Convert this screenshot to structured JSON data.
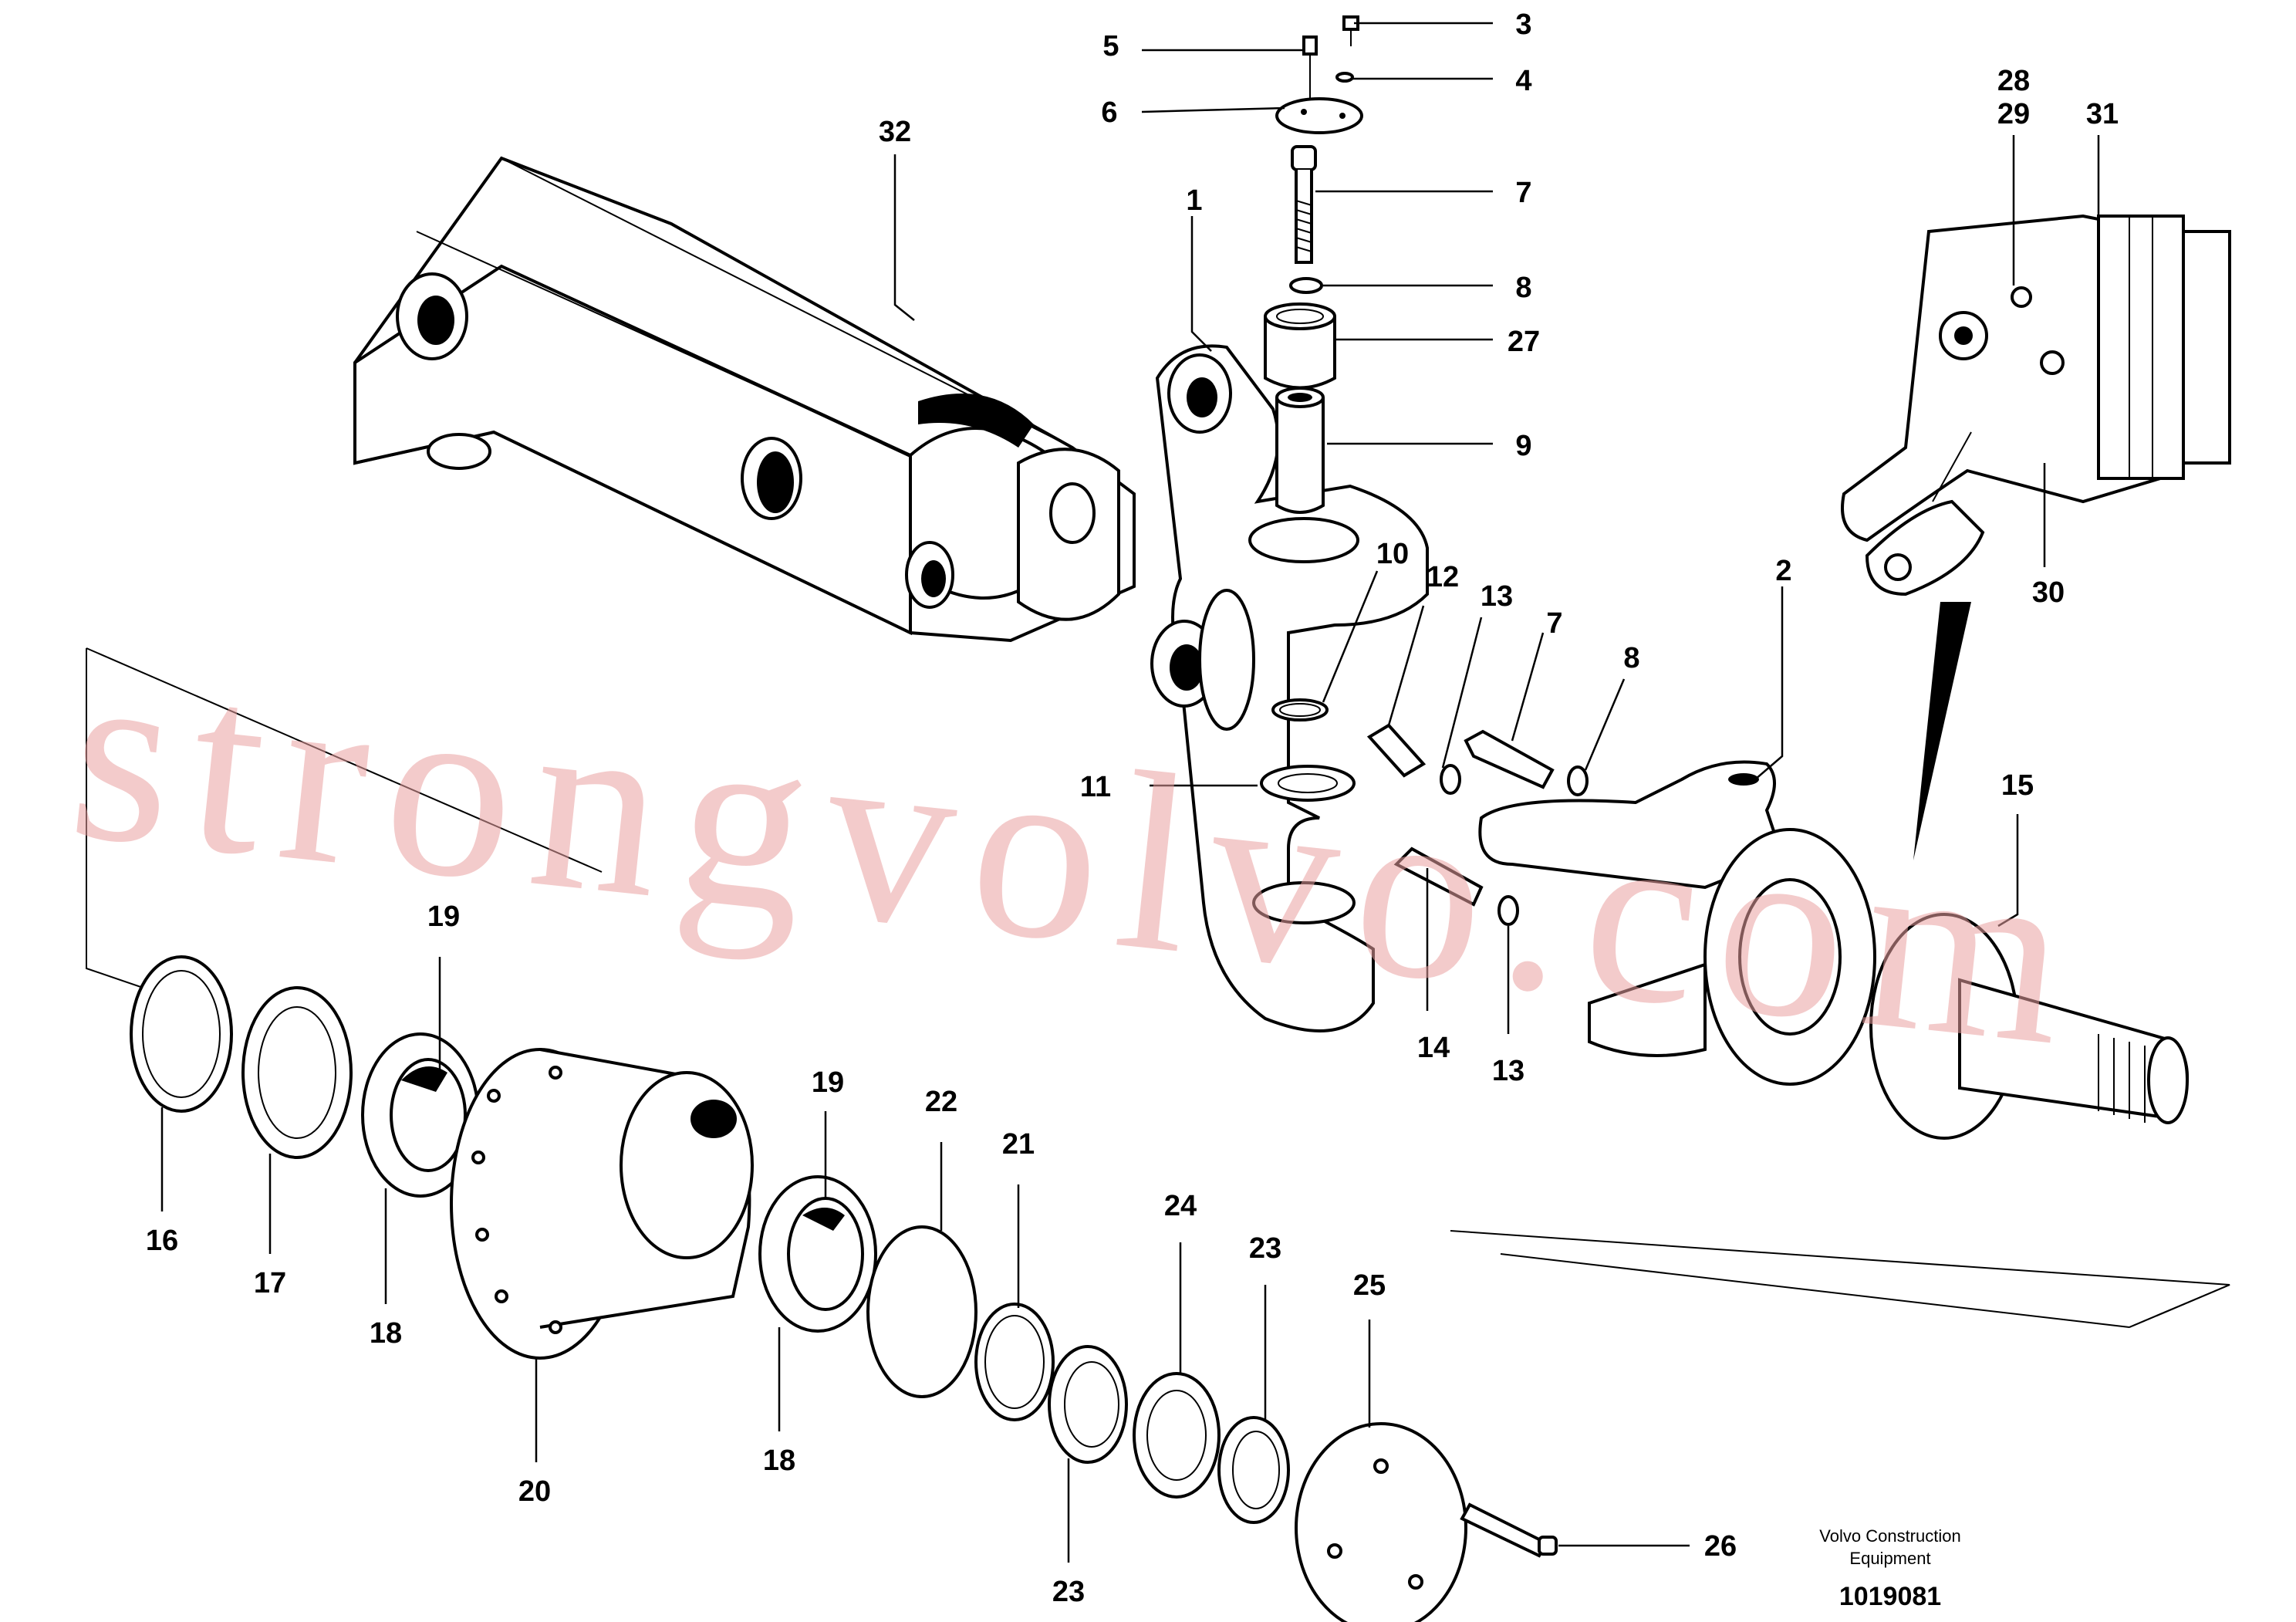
{
  "watermark": "strongvolvo.com",
  "credit_line1": "Volvo Construction",
  "credit_line2": "Equipment",
  "drawing_number": "1019081",
  "callouts": [
    {
      "id": "c1",
      "text": "1"
    },
    {
      "id": "c2",
      "text": "2"
    },
    {
      "id": "c3",
      "text": "3"
    },
    {
      "id": "c4",
      "text": "4"
    },
    {
      "id": "c5",
      "text": "5"
    },
    {
      "id": "c6",
      "text": "6"
    },
    {
      "id": "c7a",
      "text": "7"
    },
    {
      "id": "c7b",
      "text": "7"
    },
    {
      "id": "c8a",
      "text": "8"
    },
    {
      "id": "c8b",
      "text": "8"
    },
    {
      "id": "c9",
      "text": "9"
    },
    {
      "id": "c10",
      "text": "10"
    },
    {
      "id": "c11",
      "text": "11"
    },
    {
      "id": "c12",
      "text": "12"
    },
    {
      "id": "c13a",
      "text": "13"
    },
    {
      "id": "c13b",
      "text": "13"
    },
    {
      "id": "c14",
      "text": "14"
    },
    {
      "id": "c15",
      "text": "15"
    },
    {
      "id": "c16",
      "text": "16"
    },
    {
      "id": "c17",
      "text": "17"
    },
    {
      "id": "c18a",
      "text": "18"
    },
    {
      "id": "c18b",
      "text": "18"
    },
    {
      "id": "c19a",
      "text": "19"
    },
    {
      "id": "c19b",
      "text": "19"
    },
    {
      "id": "c20",
      "text": "20"
    },
    {
      "id": "c21",
      "text": "21"
    },
    {
      "id": "c22",
      "text": "22"
    },
    {
      "id": "c23a",
      "text": "23"
    },
    {
      "id": "c23b",
      "text": "23"
    },
    {
      "id": "c24",
      "text": "24"
    },
    {
      "id": "c25",
      "text": "25"
    },
    {
      "id": "c26",
      "text": "26"
    },
    {
      "id": "c27",
      "text": "27"
    },
    {
      "id": "c28",
      "text": "28"
    },
    {
      "id": "c29",
      "text": "29"
    },
    {
      "id": "c30",
      "text": "30"
    },
    {
      "id": "c31",
      "text": "31"
    },
    {
      "id": "c32",
      "text": "32"
    }
  ]
}
